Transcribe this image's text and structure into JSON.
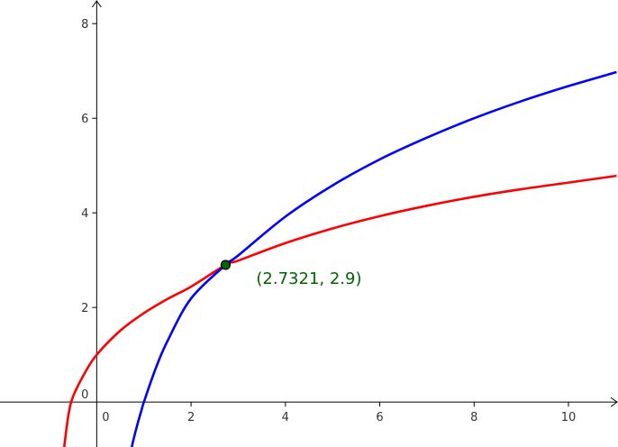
{
  "chart_data": {
    "type": "line",
    "xlim": [
      -2.05,
      11.05
    ],
    "ylim": [
      -0.95,
      8.5
    ],
    "grid": false,
    "x_ticks": [
      {
        "value": 2,
        "label": "2"
      },
      {
        "value": 4,
        "label": "4"
      },
      {
        "value": 6,
        "label": "6"
      },
      {
        "value": 8,
        "label": "8"
      },
      {
        "value": 10,
        "label": "10"
      }
    ],
    "y_ticks": [
      {
        "value": 2,
        "label": "2"
      },
      {
        "value": 4,
        "label": "4"
      },
      {
        "value": 6,
        "label": "6"
      },
      {
        "value": 8,
        "label": "8"
      }
    ],
    "origin_labels": {
      "x": "0",
      "y": "0"
    },
    "series": [
      {
        "color": "#ff0000",
        "x": [
          -0.7,
          -0.6,
          -0.5,
          -0.25,
          0,
          0.5,
          1,
          1.5,
          2,
          2.7321,
          3,
          4,
          5,
          6,
          7,
          8,
          9,
          10,
          11
        ],
        "y": [
          -1.04,
          -0.28,
          0.12,
          0.62,
          1.0,
          1.51,
          1.88,
          2.18,
          2.44,
          2.9,
          2.99,
          3.36,
          3.67,
          3.93,
          4.15,
          4.34,
          4.5,
          4.64,
          4.78
        ]
      },
      {
        "color": "#0000ff",
        "x": [
          0.65,
          0.75,
          0.85,
          0.95,
          1.0,
          1.25,
          1.5,
          2,
          2.7321,
          3,
          4,
          5,
          6,
          7,
          8,
          9,
          10,
          11
        ],
        "y": [
          -1.4,
          -0.92,
          -0.52,
          -0.17,
          0.0,
          0.71,
          1.29,
          2.19,
          2.9,
          3.1,
          3.92,
          4.58,
          5.13,
          5.59,
          6.0,
          6.36,
          6.68,
          6.97
        ]
      }
    ],
    "points": [
      {
        "x": 2.7321,
        "y": 2.9,
        "label": "(2.7321, 2.9)",
        "color": "#006400"
      }
    ],
    "axis_color": "#000000"
  }
}
